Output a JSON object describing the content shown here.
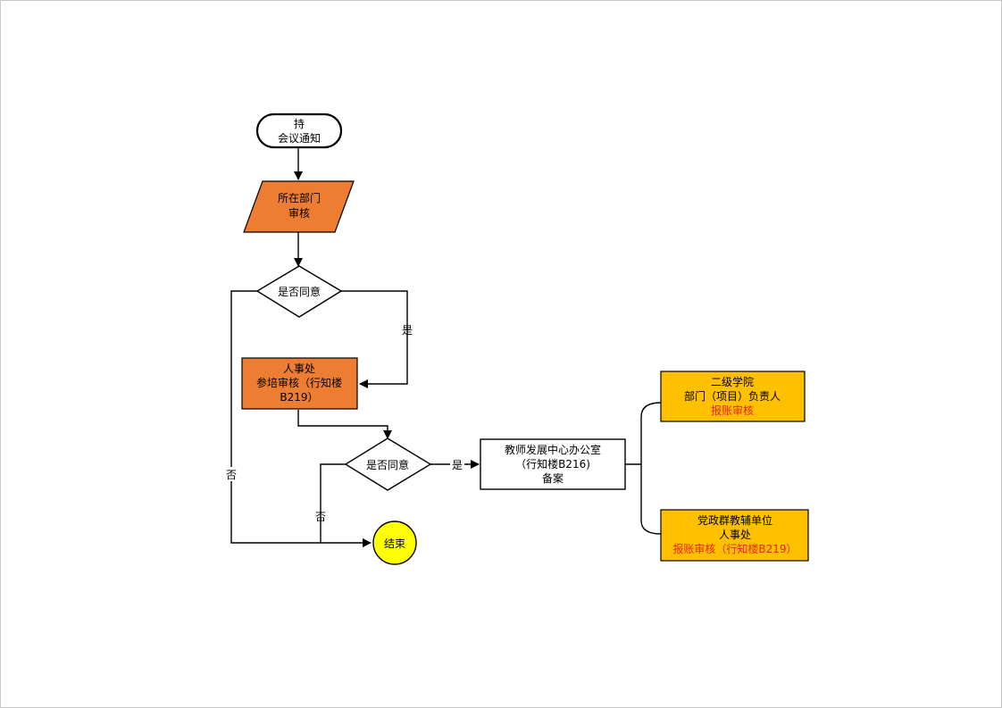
{
  "colors": {
    "process_orange": "#ed7d31",
    "approval_gold": "#ffc000",
    "end_yellow": "#ffff00",
    "line": "#000000",
    "emphasis_red": "#e8261b"
  },
  "nodes": {
    "start": {
      "line1": "持",
      "line2": "会议通知"
    },
    "dept_review": {
      "line1": "所在部门",
      "line2": "审核"
    },
    "decision1": {
      "label": "是否同意"
    },
    "hr_review": {
      "line1": "人事处",
      "line2": "参培审核（行知楼",
      "line3": "B219）"
    },
    "decision2": {
      "label": "是否同意"
    },
    "teacher_center": {
      "line1": "教师发展中心办公室",
      "line2": "（行知楼B216)",
      "line3": "备案"
    },
    "college_approval": {
      "line1": "二级学院",
      "line2": "部门（项目）负责人",
      "line3": "报账审核"
    },
    "party_approval": {
      "line1": "党政群教辅单位",
      "line2": "人事处",
      "line3": "报账审核（行知楼B219）"
    },
    "end": {
      "label": "结束"
    }
  },
  "edges": {
    "d1_yes": "是",
    "d1_no": "否",
    "d2_yes": "是",
    "d2_no": "否"
  }
}
